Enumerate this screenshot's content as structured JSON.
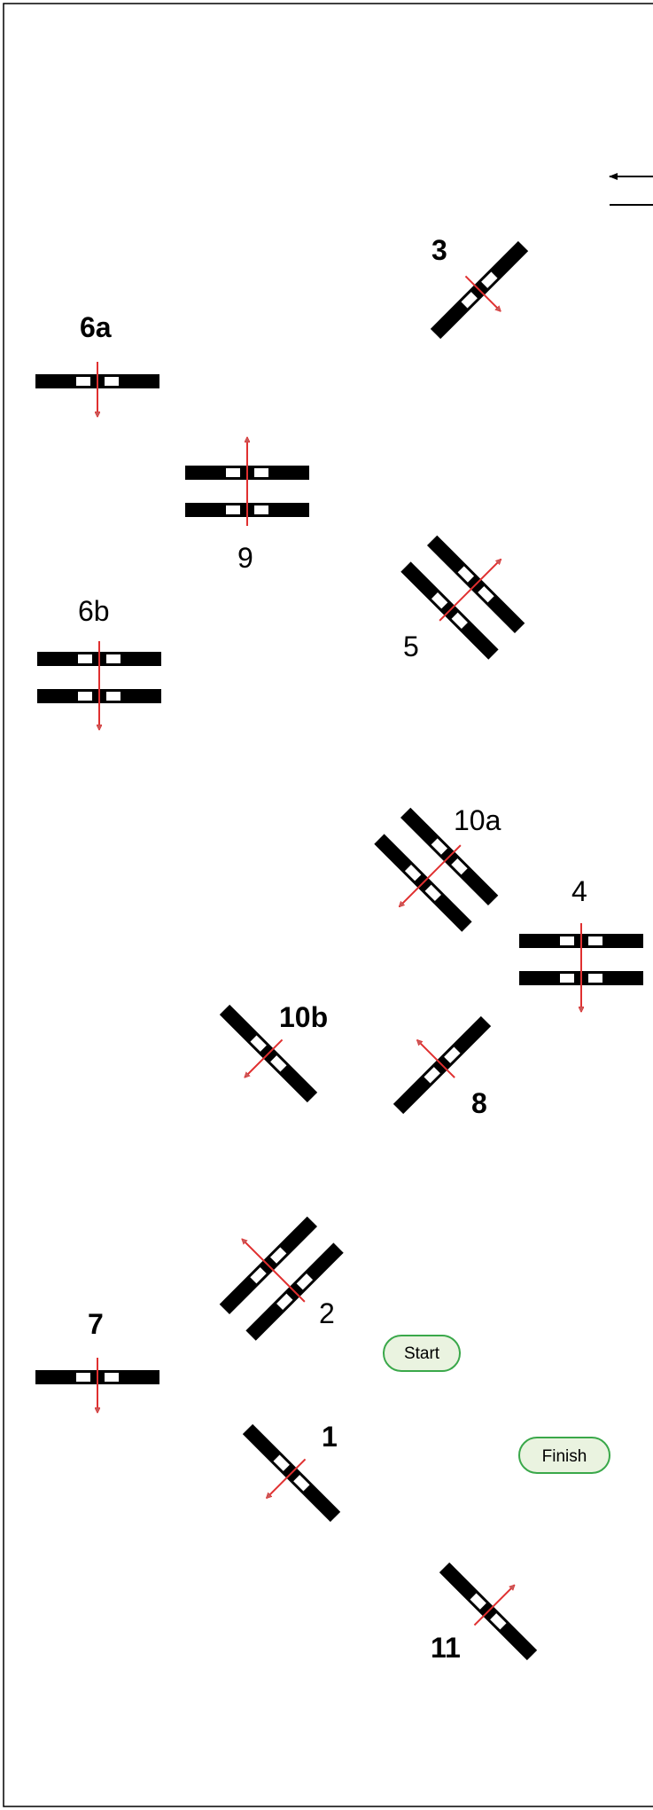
{
  "legend": {
    "arrow_icon": "left-arrow-icon"
  },
  "gates": [
    {
      "id": "g1",
      "label": "1",
      "bold": true,
      "bars": 1,
      "orientation": "diag-down",
      "direction": "down-left"
    },
    {
      "id": "g2",
      "label": "2",
      "bold": false,
      "bars": 2,
      "orientation": "diag-up",
      "direction": "up-left"
    },
    {
      "id": "g3",
      "label": "3",
      "bold": true,
      "bars": 1,
      "orientation": "diag-up",
      "direction": "down-right"
    },
    {
      "id": "g4",
      "label": "4",
      "bold": false,
      "bars": 2,
      "orientation": "horizontal",
      "direction": "down"
    },
    {
      "id": "g5",
      "label": "5",
      "bold": false,
      "bars": 2,
      "orientation": "diag-down",
      "direction": "up-right"
    },
    {
      "id": "g6a",
      "label": "6a",
      "bold": true,
      "bars": 1,
      "orientation": "horizontal",
      "direction": "down"
    },
    {
      "id": "g6b",
      "label": "6b",
      "bold": false,
      "bars": 2,
      "orientation": "horizontal",
      "direction": "down"
    },
    {
      "id": "g7",
      "label": "7",
      "bold": true,
      "bars": 1,
      "orientation": "horizontal",
      "direction": "down"
    },
    {
      "id": "g8",
      "label": "8",
      "bold": true,
      "bars": 1,
      "orientation": "diag-up",
      "direction": "up-left"
    },
    {
      "id": "g9",
      "label": "9",
      "bold": false,
      "bars": 2,
      "orientation": "horizontal",
      "direction": "up"
    },
    {
      "id": "g10a",
      "label": "10a",
      "bold": false,
      "bars": 2,
      "orientation": "diag-down",
      "direction": "down-left"
    },
    {
      "id": "g10b",
      "label": "10b",
      "bold": true,
      "bars": 1,
      "orientation": "diag-down",
      "direction": "down-left"
    },
    {
      "id": "g11",
      "label": "11",
      "bold": true,
      "bars": 1,
      "orientation": "diag-down",
      "direction": "up-right"
    }
  ],
  "start": {
    "label": "Start"
  },
  "finish": {
    "label": "Finish"
  },
  "colors": {
    "bar": "#000000",
    "bar_window": "#ffffff",
    "arrow": "#e03030",
    "arrow_fill": "#c85a5a",
    "pill_fill": "#eaf3e0",
    "pill_stroke": "#3aa84a",
    "border": "#000000"
  }
}
